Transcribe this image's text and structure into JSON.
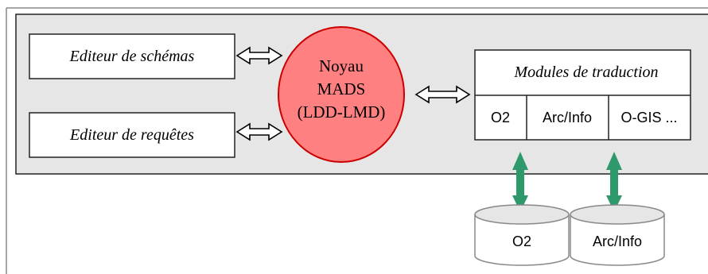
{
  "editors": {
    "schemas": "Editeur de schémas",
    "requetes": "Editeur de requêtes"
  },
  "core": {
    "line1": "Noyau",
    "line2": "MADS",
    "line3": "(LDD-LMD)"
  },
  "modules": {
    "title": "Modules de traduction",
    "cells": [
      "O2",
      "Arc/Info",
      "O-GIS ..."
    ]
  },
  "databases": [
    "O2",
    "Arc/Info"
  ],
  "colors": {
    "panel_fill": "#e6e6e6",
    "core_fill": "#ff8080",
    "core_stroke": "#cc0000",
    "db_arrow": "#2e9a6b"
  }
}
